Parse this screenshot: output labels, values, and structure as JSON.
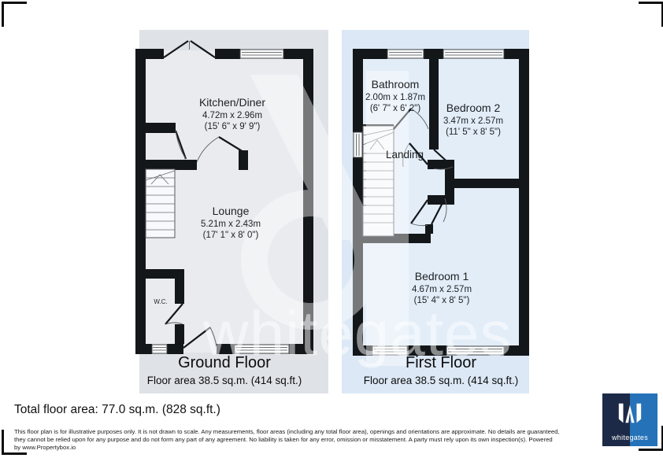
{
  "watermark": {
    "text": "whitegates"
  },
  "plans": {
    "ground": {
      "title": "Ground Floor",
      "area": "Floor area 38.5 sq.m. (414 sq.ft.)",
      "rooms": [
        {
          "name": "Kitchen/Diner",
          "dims_m": "4.72m x 2.96m",
          "dims_ft": "(15' 6\" x 9' 9\")"
        },
        {
          "name": "Lounge",
          "dims_m": "5.21m x 2.43m",
          "dims_ft": "(17' 1\" x 8' 0\")"
        },
        {
          "name": "W.C."
        }
      ]
    },
    "first": {
      "title": "First Floor",
      "area": "Floor area 38.5 sq.m. (414 sq.ft.)",
      "rooms": [
        {
          "name": "Bathroom",
          "dims_m": "2.00m x 1.87m",
          "dims_ft": "(6' 7\" x 6' 2\")"
        },
        {
          "name": "Bedroom 2",
          "dims_m": "3.47m x 2.57m",
          "dims_ft": "(11' 5\" x 8' 5\")"
        },
        {
          "name": "Landing"
        },
        {
          "name": "Bedroom 1",
          "dims_m": "4.67m x 2.57m",
          "dims_ft": "(15' 4\" x 8' 5\")"
        }
      ]
    }
  },
  "footer": {
    "total": "Total floor area: 77.0 sq.m. (828 sq.ft.)",
    "disclaimer_lines": [
      "This floor plan is for illustrative purposes only. It is not drawn to scale. Any measurements, floor areas (including any total floor area), openings and orientations are approximate. No details are guaranteed,",
      "they cannot be relied upon for any purpose and do not form any part of any agreement. No liability is taken for any error, omission or misstatement. A party must rely upon its own inspection(s). Powered",
      "by www.Propertybox.io"
    ]
  },
  "logo": {
    "brand": "whitegates"
  },
  "colors": {
    "wall": "#14171a",
    "groundPanel": "#dfe2e7",
    "groundFill": "#e9ebee",
    "firstPanel": "#dce8f5",
    "firstFill": "#e2edf8",
    "logoNavy": "#1c2a47",
    "logoBlue": "#2672b8"
  }
}
